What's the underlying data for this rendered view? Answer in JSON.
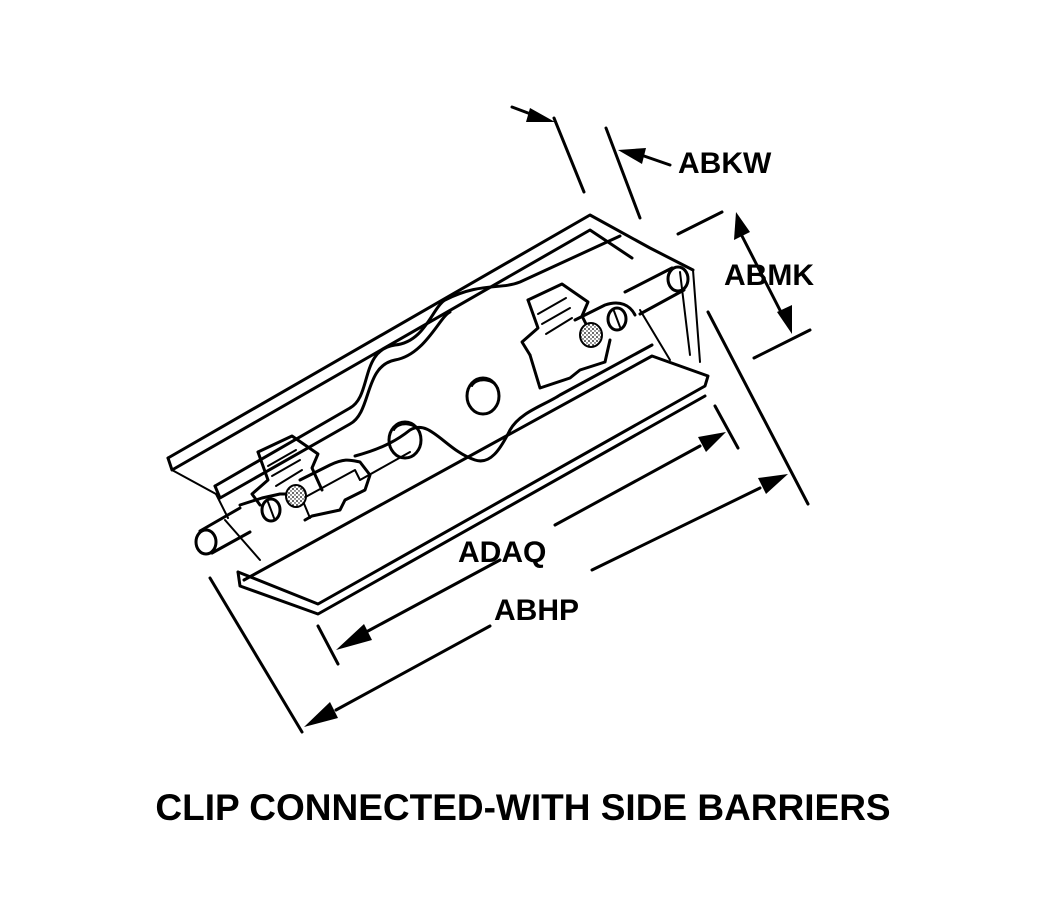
{
  "labels": {
    "abkw": "ABKW",
    "abmk": "ABMK",
    "adaq": "ADAQ",
    "abhp": "ABHP"
  },
  "caption": "CLIP CONNECTED-WITH SIDE BARRIERS"
}
